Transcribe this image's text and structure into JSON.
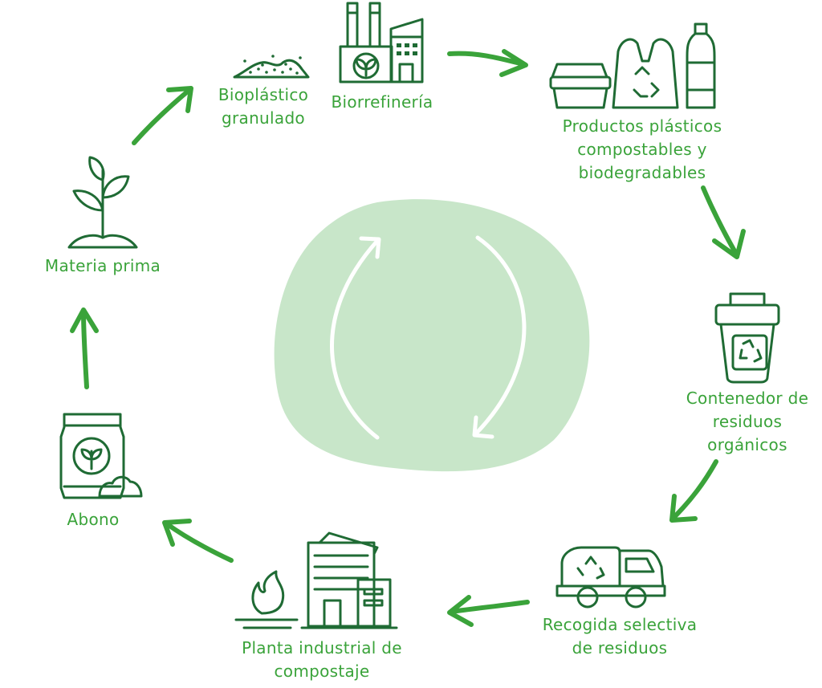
{
  "colors": {
    "label": "#3aa33a",
    "icon": "#1f6b34",
    "arrow": "#3aa33a",
    "blob": "#c8e6c9",
    "inner_arrow": "#ffffff"
  },
  "steps": [
    {
      "id": "bioplastico",
      "icon": "granules-icon",
      "lines": [
        "Bioplástico",
        "granulado"
      ]
    },
    {
      "id": "biorrefineria",
      "icon": "factory-icon",
      "lines": [
        "Biorrefinería"
      ]
    },
    {
      "id": "productos",
      "icon": "compostable-products-icon",
      "lines": [
        "Productos plásticos",
        "compostables y",
        "biodegradables"
      ]
    },
    {
      "id": "contenedor",
      "icon": "recycling-bin-icon",
      "lines": [
        "Contenedor de",
        "residuos",
        "orgánicos"
      ]
    },
    {
      "id": "recogida",
      "icon": "garbage-truck-icon",
      "lines": [
        "Recogida selectiva",
        "de residuos"
      ]
    },
    {
      "id": "planta",
      "icon": "compost-plant-icon",
      "lines": [
        "Planta industrial de",
        "compostaje"
      ]
    },
    {
      "id": "abono",
      "icon": "fertilizer-bag-icon",
      "lines": [
        "Abono"
      ]
    },
    {
      "id": "materia",
      "icon": "sprout-icon",
      "lines": [
        "Materia prima"
      ]
    }
  ]
}
